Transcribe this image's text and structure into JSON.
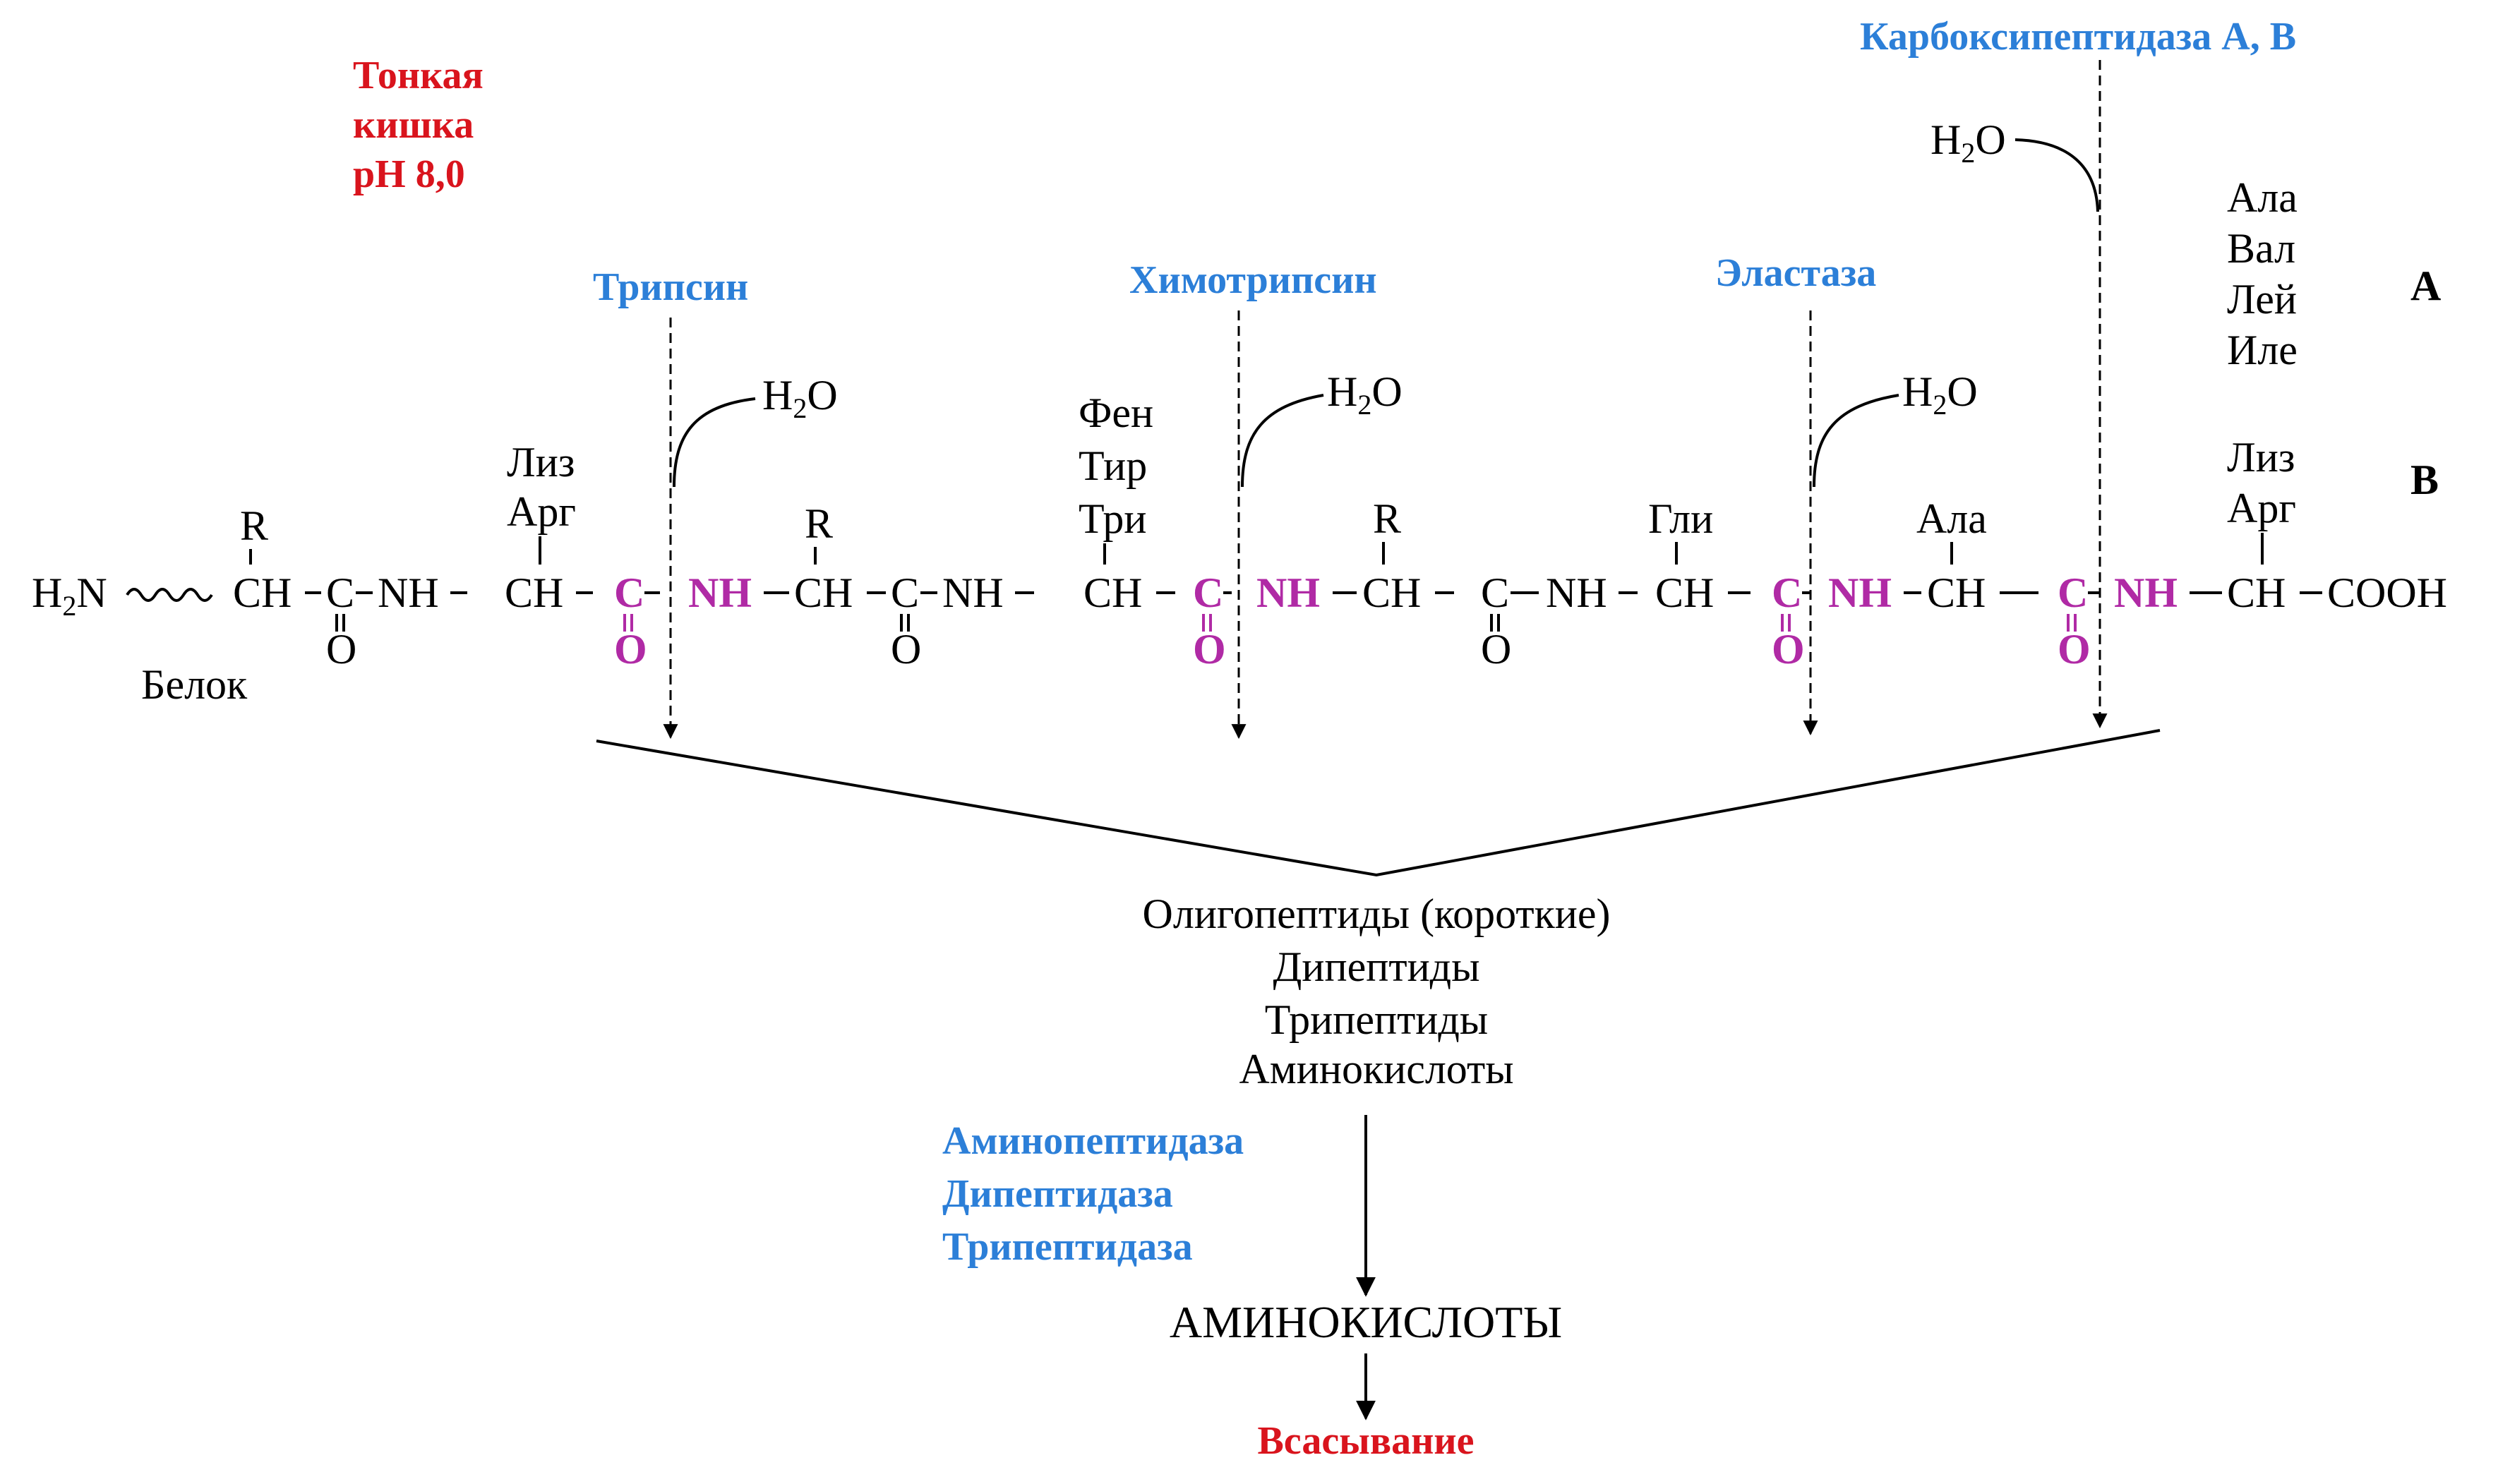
{
  "location": {
    "line1": "Тонкая",
    "line2": "кишка",
    "line3": "pH 8,0"
  },
  "enzymes": {
    "trypsin": "Трипсин",
    "chymotrypsin": "Химотрипсин",
    "elastase": "Эластаза",
    "carboxypeptidase": "Карбоксипептидаза А, В",
    "brush_border": [
      "Аминопептидаза",
      "Дипептидаза",
      "Трипептидаза"
    ]
  },
  "water": "H",
  "water_sub": "2",
  "water_tail": "O",
  "chain": {
    "n_terminus": "H",
    "n_terminus_sub": "2",
    "n_terminus_tail": "N",
    "protein_label": "Белок",
    "ch": "CH",
    "c": "C",
    "nh": "NH",
    "o": "O",
    "r": "R",
    "cooh": "COOH"
  },
  "side_groups": {
    "trypsin_site": [
      "Лиз",
      "Арг"
    ],
    "chymotrypsin_site": [
      "Фен",
      "Тир",
      "Три"
    ],
    "elastase_site": [
      "Гли"
    ],
    "ala_residue": "Ала",
    "carboxypeptidase_a": [
      "Ала",
      "Вал",
      "Лей",
      "Иле"
    ],
    "carboxypeptidase_b": [
      "Лиз",
      "Арг"
    ]
  },
  "markers": {
    "a": "А",
    "b": "В"
  },
  "products": {
    "oligo": "Олигопептиды (короткие)",
    "dipep": "Дипептиды",
    "tripep": "Трипептиды",
    "aminoacids": "Аминокислоты"
  },
  "final": {
    "aminoacids": "АМИНОКИСЛОТЫ",
    "absorption": "Всасывание"
  },
  "colors": {
    "enzyme": "#2c7fd8",
    "location": "#d9141d",
    "cleaved_bond": "#b02aa5",
    "text": "#000000"
  }
}
